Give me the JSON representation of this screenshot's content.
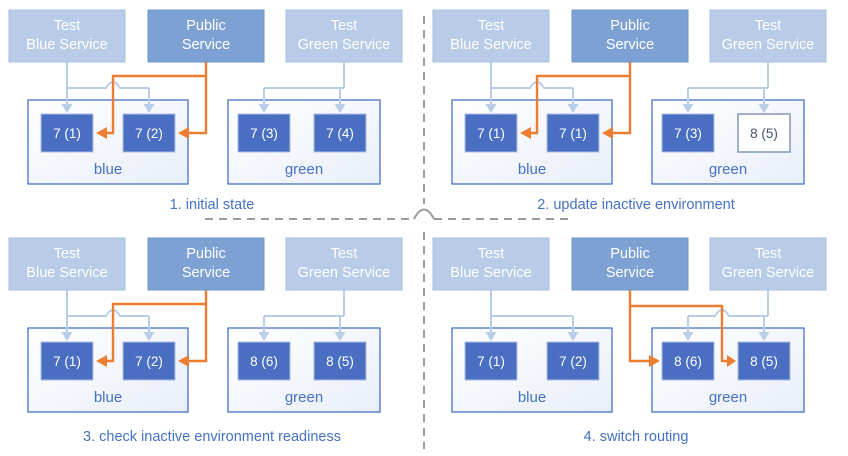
{
  "colors": {
    "accent_blue": "#4472c4",
    "light_service_fill": "#b8cbe7",
    "light_service_border": "#aac1e3",
    "public_service_fill": "#7da1d3",
    "public_service_border": "#6f95c9",
    "pod_fill": "#4a6fc2",
    "pod_border": "#aebfe0",
    "pod_text": "#ffffff",
    "outlined_pod_fill": "#ffffff",
    "outlined_pod_border": "#8496b8",
    "outlined_pod_text": "#44546a",
    "env_border": "#547bc5",
    "env_label_text": "#4472c4",
    "connector_light": "#b9cde9",
    "connector_orange": "#ed7d31",
    "divider_gray": "#9b9b9b",
    "caption_text": "#4472c4"
  },
  "services": {
    "test_blue": {
      "line1": "Test",
      "line2": "Blue Service"
    },
    "public": {
      "line1": "Public",
      "line2": "Service"
    },
    "test_green": {
      "line1": "Test",
      "line2": "Green Service"
    }
  },
  "panels": [
    {
      "caption": "1. initial state",
      "public_routes_to": "blue",
      "blue_env": {
        "label": "blue",
        "pods": [
          {
            "label": "7 (1)"
          },
          {
            "label": "7 (2)"
          }
        ]
      },
      "green_env": {
        "label": "green",
        "pods": [
          {
            "label": "7 (3)"
          },
          {
            "label": "7 (4)"
          }
        ]
      }
    },
    {
      "caption": "2. update inactive environment",
      "public_routes_to": "blue",
      "blue_env": {
        "label": "blue",
        "pods": [
          {
            "label": "7 (1)"
          },
          {
            "label": "7 (1)"
          }
        ]
      },
      "green_env": {
        "label": "green",
        "pods": [
          {
            "label": "7 (3)"
          },
          {
            "label": "8 (5)",
            "outlined": true
          }
        ]
      }
    },
    {
      "caption": "3. check inactive environment readiness",
      "public_routes_to": "blue",
      "blue_env": {
        "label": "blue",
        "pods": [
          {
            "label": "7 (1)"
          },
          {
            "label": "7 (2)"
          }
        ]
      },
      "green_env": {
        "label": "green",
        "pods": [
          {
            "label": "8 (6)"
          },
          {
            "label": "8 (5)"
          }
        ]
      }
    },
    {
      "caption": "4. switch routing",
      "public_routes_to": "green",
      "blue_env": {
        "label": "blue",
        "pods": [
          {
            "label": "7 (1)"
          },
          {
            "label": "7 (2)"
          }
        ]
      },
      "green_env": {
        "label": "green",
        "pods": [
          {
            "label": "8 (6)"
          },
          {
            "label": "8 (5)"
          }
        ]
      }
    }
  ]
}
